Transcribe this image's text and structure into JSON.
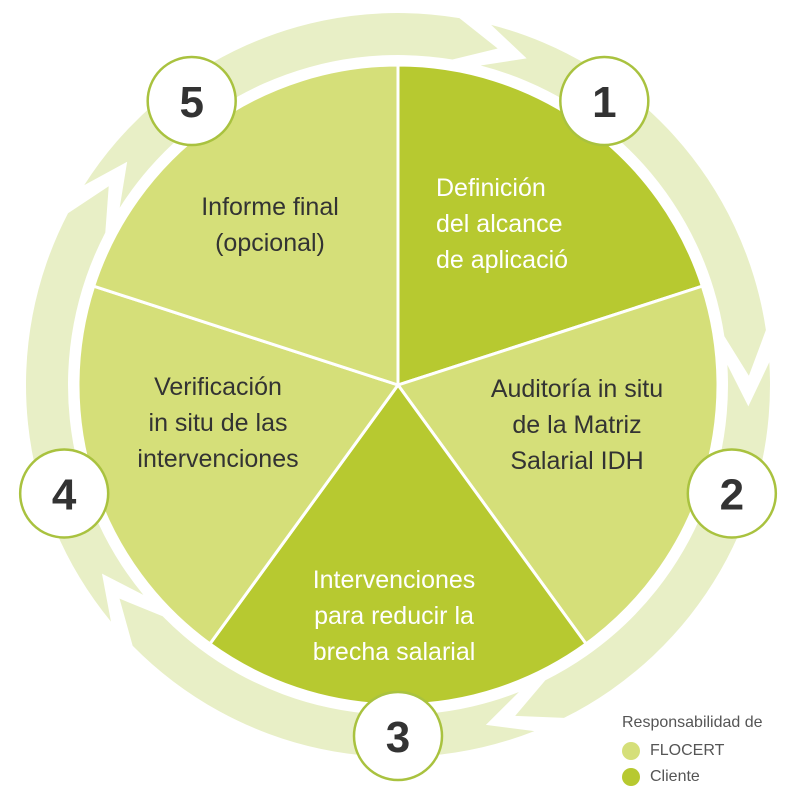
{
  "colors": {
    "ring": "#e8efc6",
    "flocert": "#d5df79",
    "cliente": "#b7c930",
    "divider": "#ffffff",
    "badge_border": "#a9c23f",
    "text_dark": "#333333",
    "text_light": "#ffffff"
  },
  "steps": [
    {
      "number": "1",
      "lines": [
        "Definición",
        "del alcance",
        "de aplicació"
      ],
      "owner": "cliente"
    },
    {
      "number": "2",
      "lines": [
        "Auditoría in situ",
        "de la Matriz",
        "Salarial IDH"
      ],
      "owner": "flocert"
    },
    {
      "number": "3",
      "lines": [
        "Intervenciones",
        "para reducir la",
        "brecha salarial"
      ],
      "owner": "cliente"
    },
    {
      "number": "4",
      "lines": [
        "Verificación",
        "in situ de las",
        "intervenciones"
      ],
      "owner": "flocert"
    },
    {
      "number": "5",
      "lines": [
        "Informe final",
        "(opcional)"
      ],
      "owner": "flocert"
    }
  ],
  "legend": {
    "title": "Responsabilidad de",
    "items": [
      {
        "label": "FLOCERT",
        "color_key": "flocert"
      },
      {
        "label": "Cliente",
        "color_key": "cliente"
      }
    ]
  }
}
